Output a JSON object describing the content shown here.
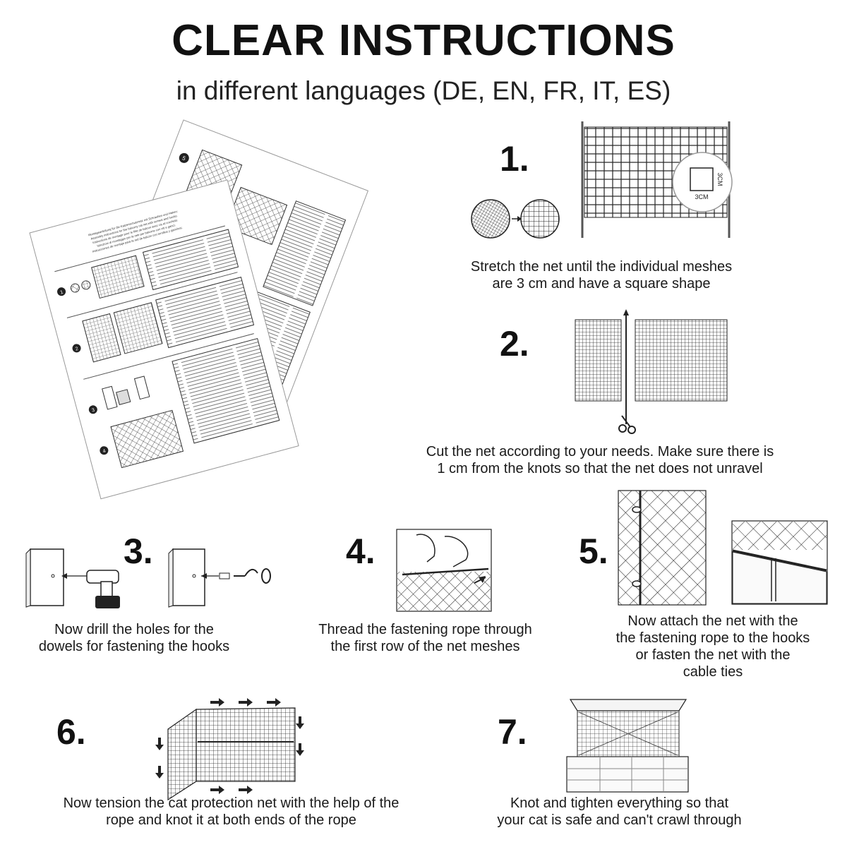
{
  "header": {
    "title": "CLEAR INSTRUCTIONS",
    "subtitle": "in different languages (DE, EN, FR, IT, ES)"
  },
  "steps": [
    {
      "number": "1.",
      "caption_lines": [
        "Stretch the net until the individual meshes",
        "are 3 cm and have a square shape"
      ],
      "labels": {
        "width": "3CM",
        "height": "3CM"
      }
    },
    {
      "number": "2.",
      "caption_lines": [
        "Cut the net according to your needs. Make sure there is",
        "1 cm from the knots so that the net does not unravel"
      ]
    },
    {
      "number": "3.",
      "caption_lines": [
        "Now drill the holes for the",
        "dowels for fastening the hooks"
      ]
    },
    {
      "number": "4.",
      "caption_lines": [
        "Thread the fastening rope through",
        "the first row of the net meshes"
      ]
    },
    {
      "number": "5.",
      "caption_lines": [
        "Now attach the net with the",
        "the fastening rope to the hooks",
        "or fasten the net with the",
        "cable ties"
      ]
    },
    {
      "number": "6.",
      "caption_lines": [
        "Now tension the cat protection net with the help of the",
        "rope and knot it at both ends of the rope"
      ]
    },
    {
      "number": "7.",
      "caption_lines": [
        "Knot and tighten everything so that",
        "your cat is safe and can't crawl through"
      ]
    }
  ],
  "manual": {
    "heading_lines": [
      "Montageanleitung für die Katzenschutznetz mit Schrauben und Haken:",
      "Assembly instructions for the balcony cat net with screws and hooks:",
      "Instructions de montage pour le filet de balcon avec vis et crochets:",
      "Istruzioni di montaggio per la rete per balcone con viti e ganci:",
      "Instrucciones de montaje para la red de balcón con tornillos y ganchos:"
    ],
    "badges": [
      "1",
      "2",
      "3",
      "4",
      "5"
    ]
  },
  "colors": {
    "ink": "#111111",
    "paper": "#ffffff",
    "muted": "#555555"
  }
}
